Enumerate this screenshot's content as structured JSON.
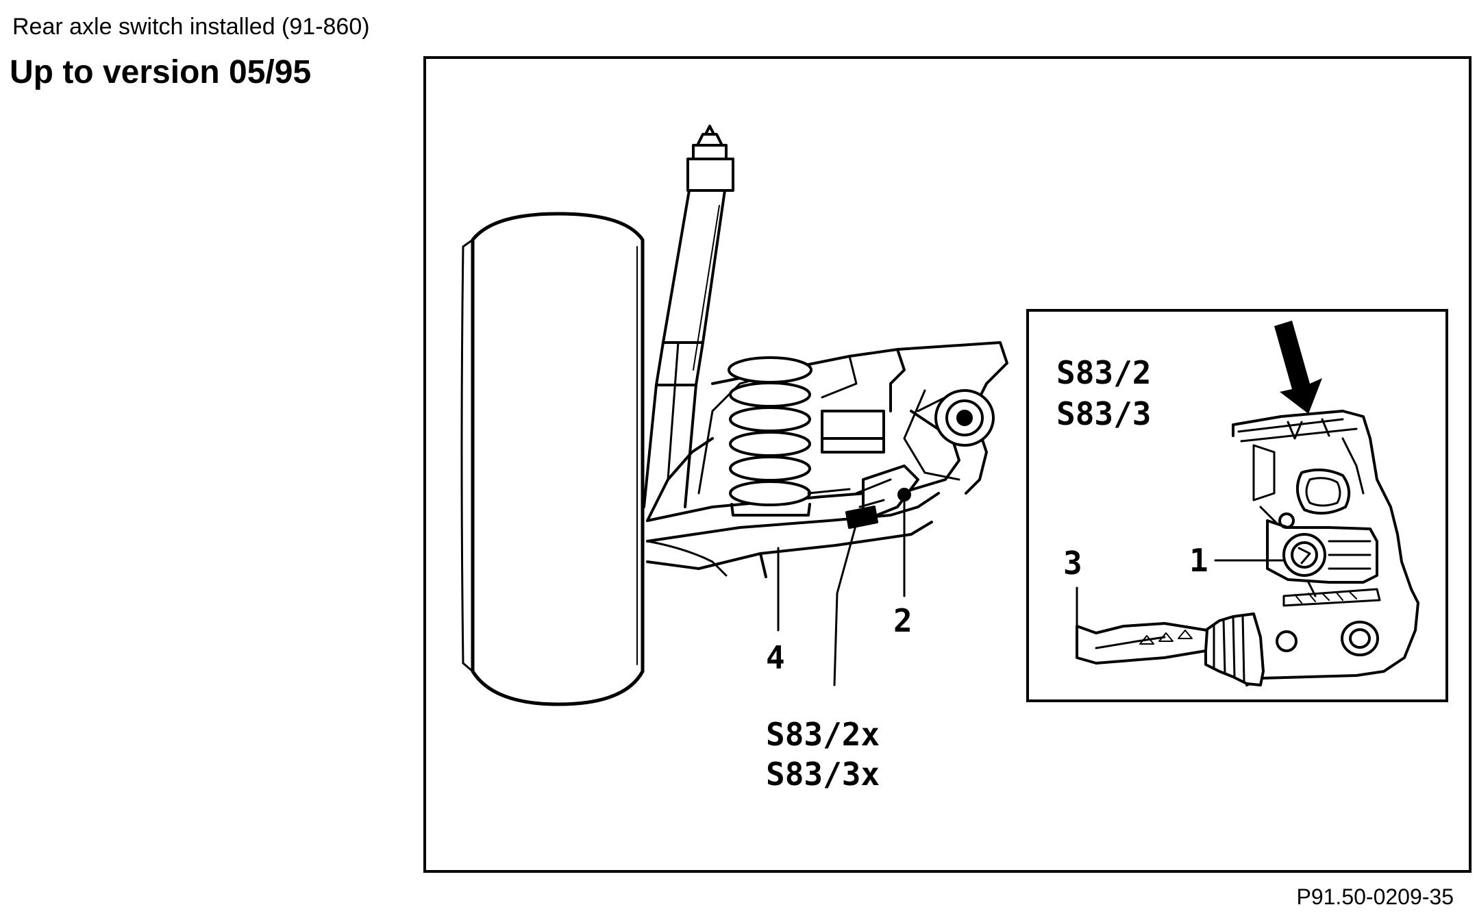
{
  "header": {
    "subtitle": "Rear axle switch installed (91-860)",
    "title": "Up to version 05/95"
  },
  "figure": {
    "callouts": {
      "c1": "1",
      "c2": "2",
      "c3": "3",
      "c4": "4"
    },
    "main_labels": {
      "plug_a": "S83/2x",
      "plug_b": "S83/3x"
    },
    "inset_labels": {
      "switch_a": "S83/2",
      "switch_b": "S83/3"
    },
    "reference": "P91.50-0209-35"
  }
}
